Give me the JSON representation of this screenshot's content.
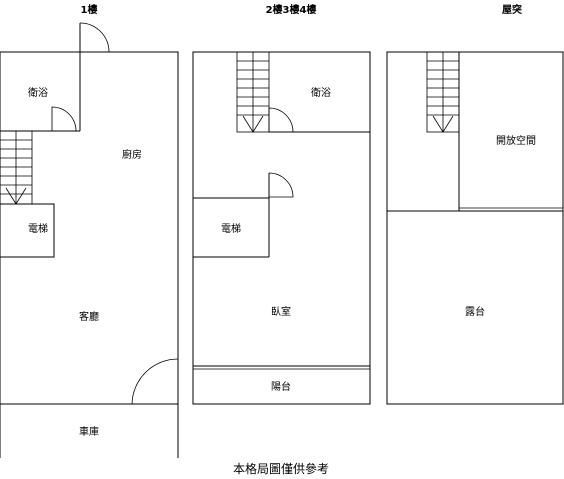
{
  "titles": {
    "floor1": "1樓",
    "floor2to4": "2樓3樓4樓",
    "roof": "屋突"
  },
  "floor1": {
    "bath": "衛浴",
    "kitchen": "廚房",
    "elevator": "電梯",
    "living": "客廳",
    "garage": "車庫"
  },
  "floor2to4": {
    "bath": "衛浴",
    "elevator": "電梯",
    "bedroom": "臥室",
    "balcony": "陽台"
  },
  "roof": {
    "open_space": "開放空間",
    "terrace": "露台"
  },
  "caption": "本格局圖僅供參考"
}
